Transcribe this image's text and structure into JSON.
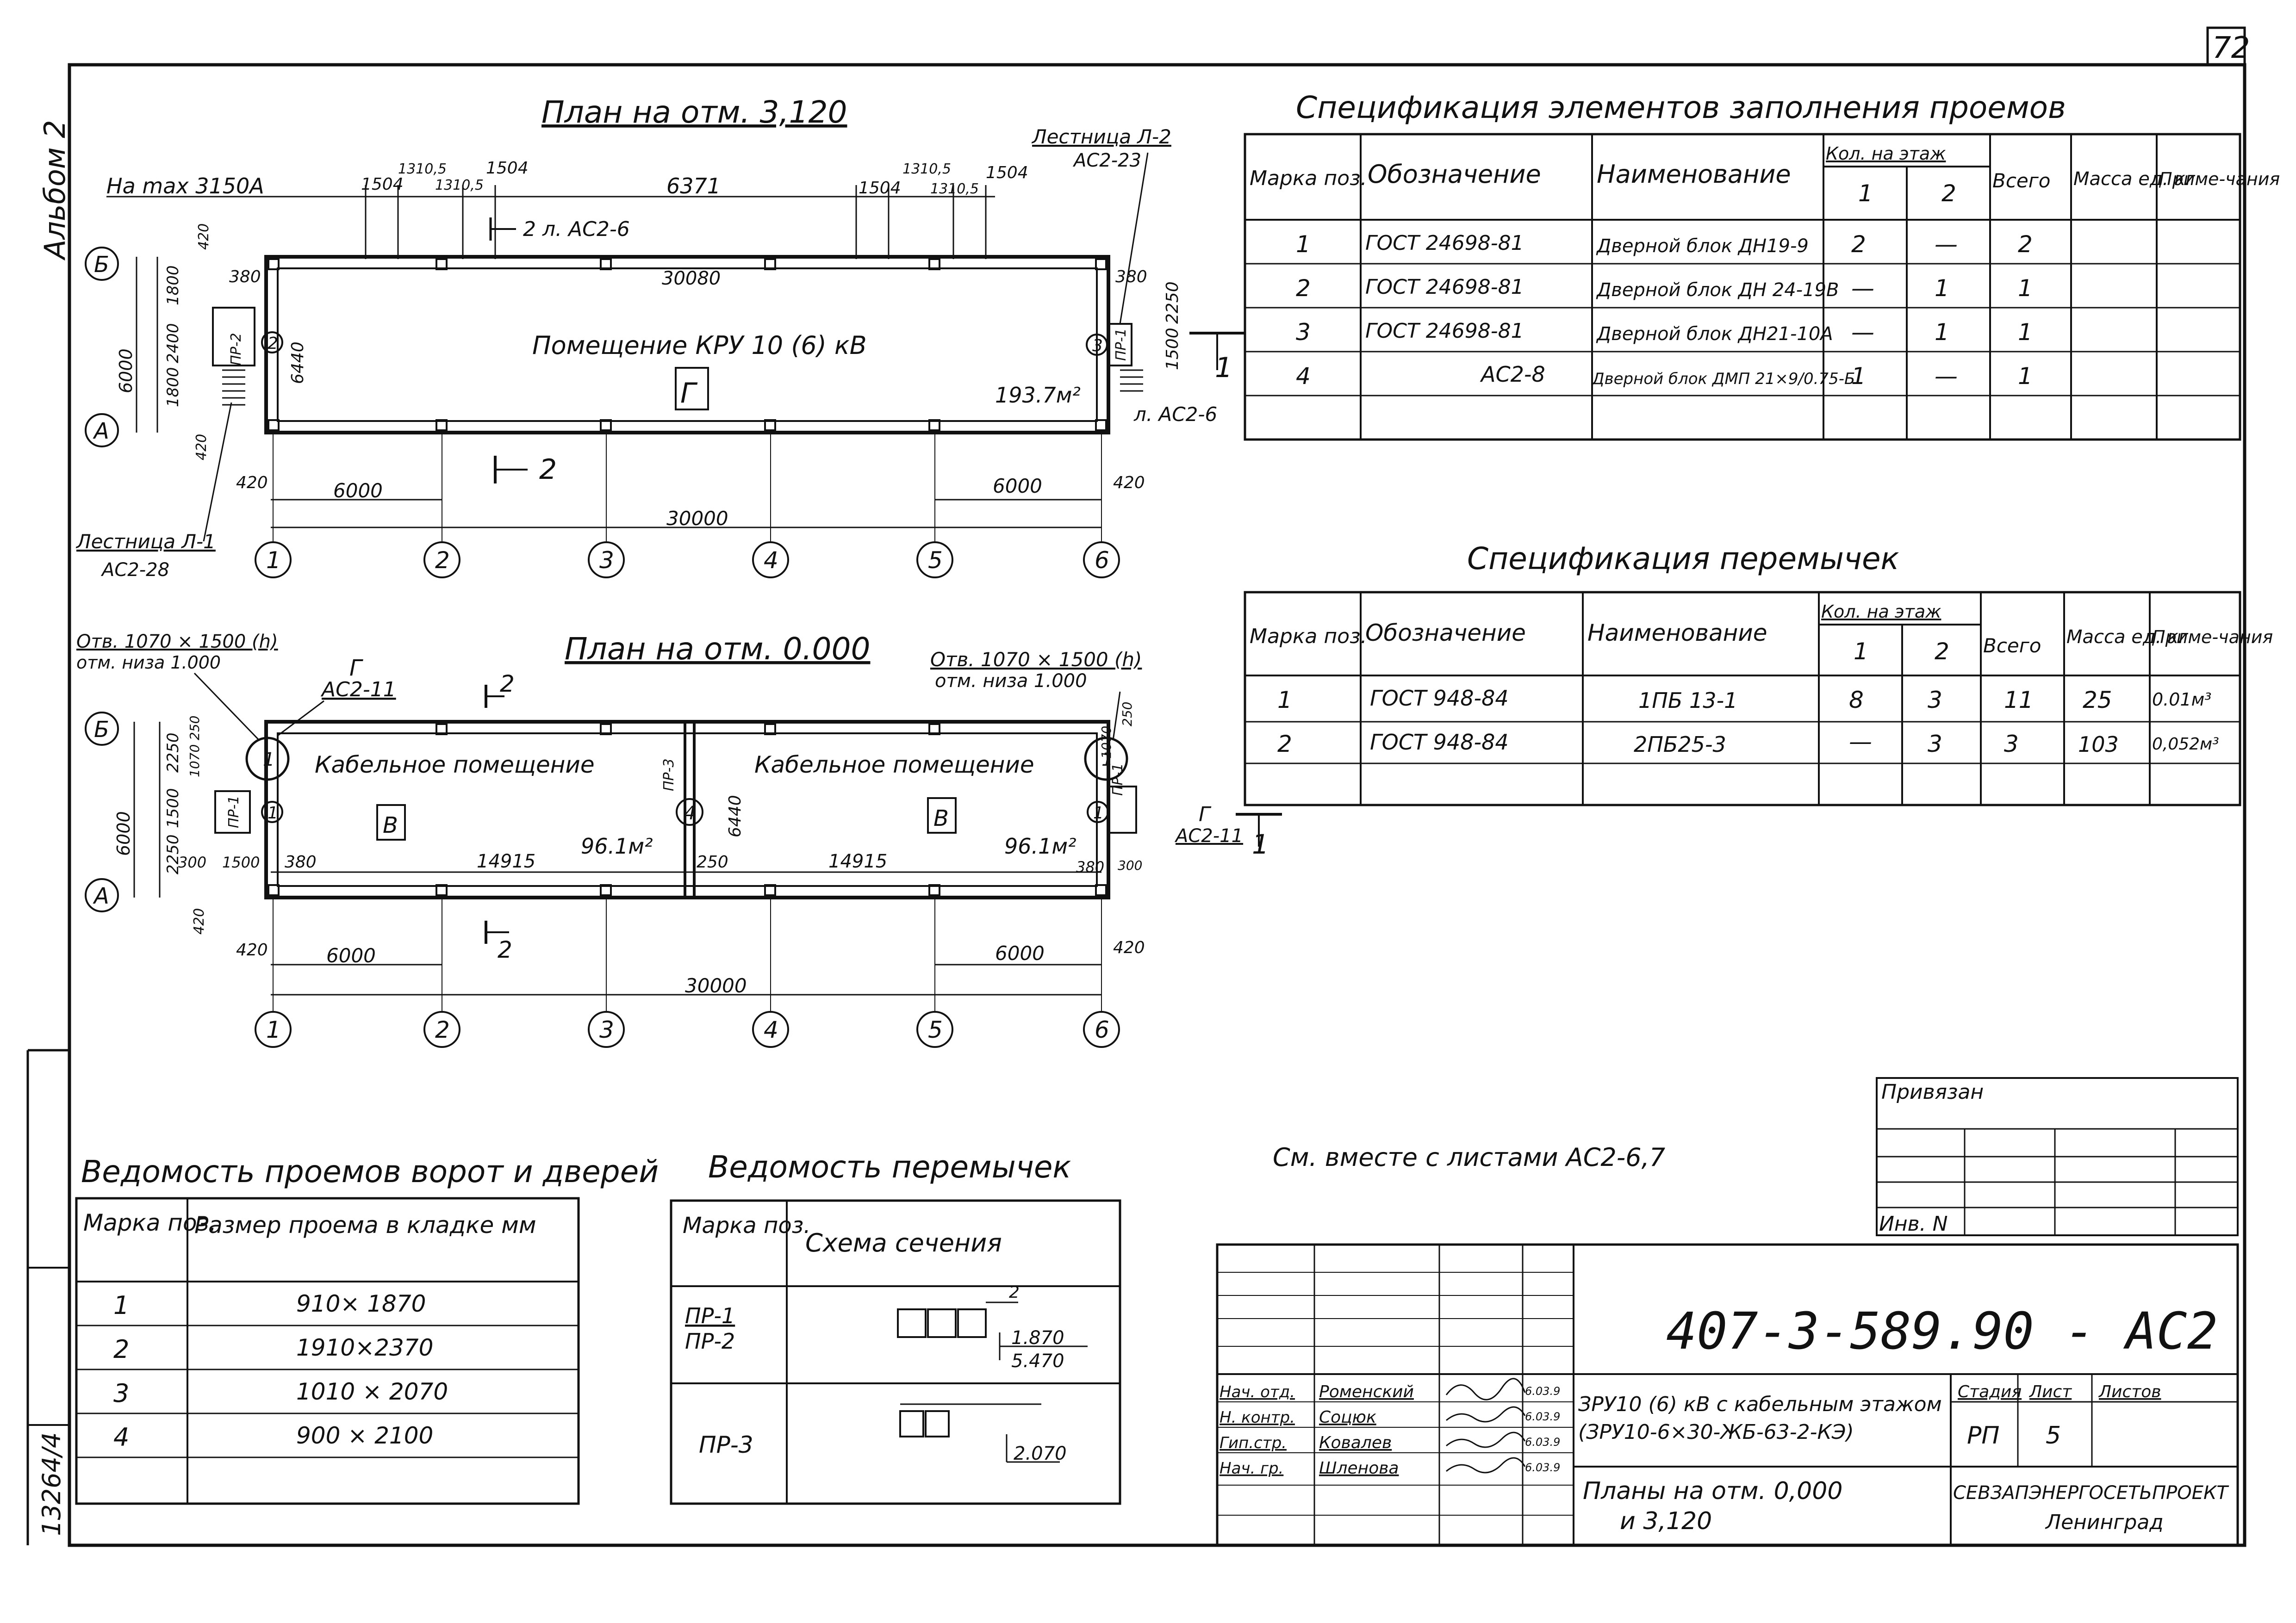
{
  "sheet": {
    "page_number": "72",
    "album_label": "Альбом 2",
    "inventory_number": "13264/4",
    "see_also": "См. вместе с листами АС2-6,7"
  },
  "plan_top": {
    "title": "План на отм. 3,120",
    "room_label": "Помещение КРУ 10 (6) кВ",
    "room_letter": "Г",
    "area": "193.7м²",
    "max_note": "На max 3150А",
    "stair_l2_label": "Лестница Л-2",
    "stair_l2_ref": "АС2-23",
    "stair_l1_label": "Лестница Л-1",
    "stair_l1_ref": "АС2-28",
    "ref_l_as26": "л. АС2-6",
    "ref_2l_as26": "2 л. АС2-6",
    "section_1": "1",
    "section_2": "2",
    "dims_top": [
      "1504",
      "1310,5",
      "1310,5",
      "1504",
      "6371",
      "1504",
      "1310,5",
      "1310,5",
      "1504"
    ],
    "dim_30080": "30080",
    "dim_30000": "30000",
    "dim_6000_left": "6000",
    "dim_6000_right": "6000",
    "dim_420_left": "420",
    "dim_420_right": "420",
    "dims_left": [
      "6000",
      "1800",
      "2400",
      "1800",
      "420",
      "420"
    ],
    "dim_6440": "6440",
    "dims_right": [
      "380",
      "2250",
      "1500"
    ],
    "dim_380_left": "380",
    "door_marks": [
      "2",
      "3"
    ],
    "pr_labels": [
      "ПР-2",
      "ПР-1"
    ]
  },
  "plan_bottom": {
    "title": "План на отм. 0.000",
    "opening_left_1": "Отв. 1070 × 1500 (h)",
    "opening_left_2": "отм. низа 1.000",
    "opening_right_1": "Отв. 1070 × 1500 (h)",
    "opening_right_2": "отм. низа 1.000",
    "ref_left_letter": "Г",
    "ref_left": "АС2-11",
    "ref_right_letter": "Г",
    "ref_right": "АС2-11",
    "section_1": "1",
    "section_2": "2",
    "room_left": "Кабельное помещение",
    "room_right": "Кабельное помещение",
    "room_letter_left": "В",
    "room_letter_right": "В",
    "area_left": "96.1м²",
    "area_right": "96.1м²",
    "dim_14915_left": "14915",
    "dim_14915_right": "14915",
    "dim_250": "250",
    "dim_380_left": "380",
    "dim_380_right": "380",
    "dim_6440": "6440",
    "dim_30000": "30000",
    "dim_6000_left": "6000",
    "dim_6000_right": "6000",
    "dim_420_left": "420",
    "dim_420_right": "420",
    "dims_left": [
      "6000",
      "2250",
      "1500",
      "2250",
      "420",
      "250",
      "1070"
    ],
    "dims_bottom_left": [
      "300",
      "1500"
    ],
    "dims_right": [
      "1070",
      "250",
      "300"
    ],
    "door_marks": [
      "1",
      "1",
      "4",
      "1",
      "1"
    ],
    "pr_labels": [
      "ПР-1",
      "ПР-3",
      "ПР-1"
    ]
  },
  "axes": {
    "letters": [
      "Б",
      "А"
    ],
    "numbers": [
      "1",
      "2",
      "3",
      "4",
      "5",
      "6"
    ]
  },
  "spec_fill": {
    "title": "Спецификация элементов заполнения проемов",
    "headers": {
      "mark": "Марка поз.",
      "designation": "Обозначение",
      "name": "Наименование",
      "qty": "Кол. на этаж",
      "floor1": "1",
      "floor2": "2",
      "total": "Всего",
      "mass": "Масса ед. кг",
      "note": "Приме-чания"
    },
    "rows": [
      [
        "1",
        "ГОСТ 24698-81",
        "Дверной блок ДН19-9",
        "2",
        "—",
        "2",
        "",
        ""
      ],
      [
        "2",
        "ГОСТ 24698-81",
        "Дверной блок ДН 24-19В",
        "—",
        "1",
        "1",
        "",
        ""
      ],
      [
        "3",
        "ГОСТ 24698-81",
        "Дверной блок ДН21-10А",
        "—",
        "1",
        "1",
        "",
        ""
      ],
      [
        "4",
        "АС2-8",
        "Дверной блок ДМП 21×9/0.75-Б",
        "1",
        "—",
        "1",
        "",
        ""
      ]
    ]
  },
  "spec_lintels": {
    "title": "Спецификация перемычек",
    "headers": {
      "mark": "Марка поз.",
      "designation": "Обозначение",
      "name": "Наименование",
      "qty": "Кол. на этаж",
      "floor1": "1",
      "floor2": "2",
      "total": "Всего",
      "mass": "Масса ед. кг",
      "note": "Приме-чания"
    },
    "rows": [
      [
        "1",
        "ГОСТ 948-84",
        "1ПБ 13-1",
        "8",
        "3",
        "11",
        "25",
        "0.01м³"
      ],
      [
        "2",
        "ГОСТ 948-84",
        "2ПБ25-3",
        "—",
        "3",
        "3",
        "103",
        "0,052м³"
      ]
    ]
  },
  "openings_list": {
    "title": "Ведомость проемов ворот и дверей",
    "headers": {
      "mark": "Марка поз.",
      "size": "Размер проема в кладке мм"
    },
    "rows": [
      [
        "1",
        "910× 1870"
      ],
      [
        "2",
        "1910×2370"
      ],
      [
        "3",
        "1010 × 2070"
      ],
      [
        "4",
        "900 × 2100"
      ]
    ]
  },
  "lintels_list": {
    "title": "Ведомость перемычек",
    "headers": {
      "mark": "Марка поз.",
      "scheme": "Схема сечения"
    },
    "row1_mark_a": "ПР-1",
    "row1_mark_b": "ПР-2",
    "row1_small": "2",
    "row1_elev_a": "1.870",
    "row1_elev_b": "5.470",
    "row2_mark": "ПР-3",
    "row2_elev": "2.070"
  },
  "stamp": {
    "attached": "Привязан",
    "inv": "Инв. N",
    "code": "407-3-589.90 - АС2",
    "project_line1": "ЗРУ10 (6) кВ с кабельным этажом",
    "project_line2": "(ЗРУ10-6×30-ЖБ-63-2-КЭ)",
    "sheet_title_1": "Планы на отм. 0,000",
    "sheet_title_2": "и 3,120",
    "stage_label": "Стадия",
    "sheet_label": "Лист",
    "sheets_label": "Листов",
    "stage": "РП",
    "sheet": "5",
    "org": "СЕВЗАПЭНЕРГОСЕТЬПРОЕКТ",
    "city": "Ленинград",
    "roles": [
      "Нач. отд.",
      "Н. контр.",
      "Гип.стр.",
      "Нач. гр."
    ],
    "names": [
      "Роменский",
      "Соцюк",
      "Ковалев",
      "Шленова"
    ],
    "dates": [
      "6.03.9",
      "6.03.9",
      "6.03.9",
      "6.03.9"
    ]
  }
}
